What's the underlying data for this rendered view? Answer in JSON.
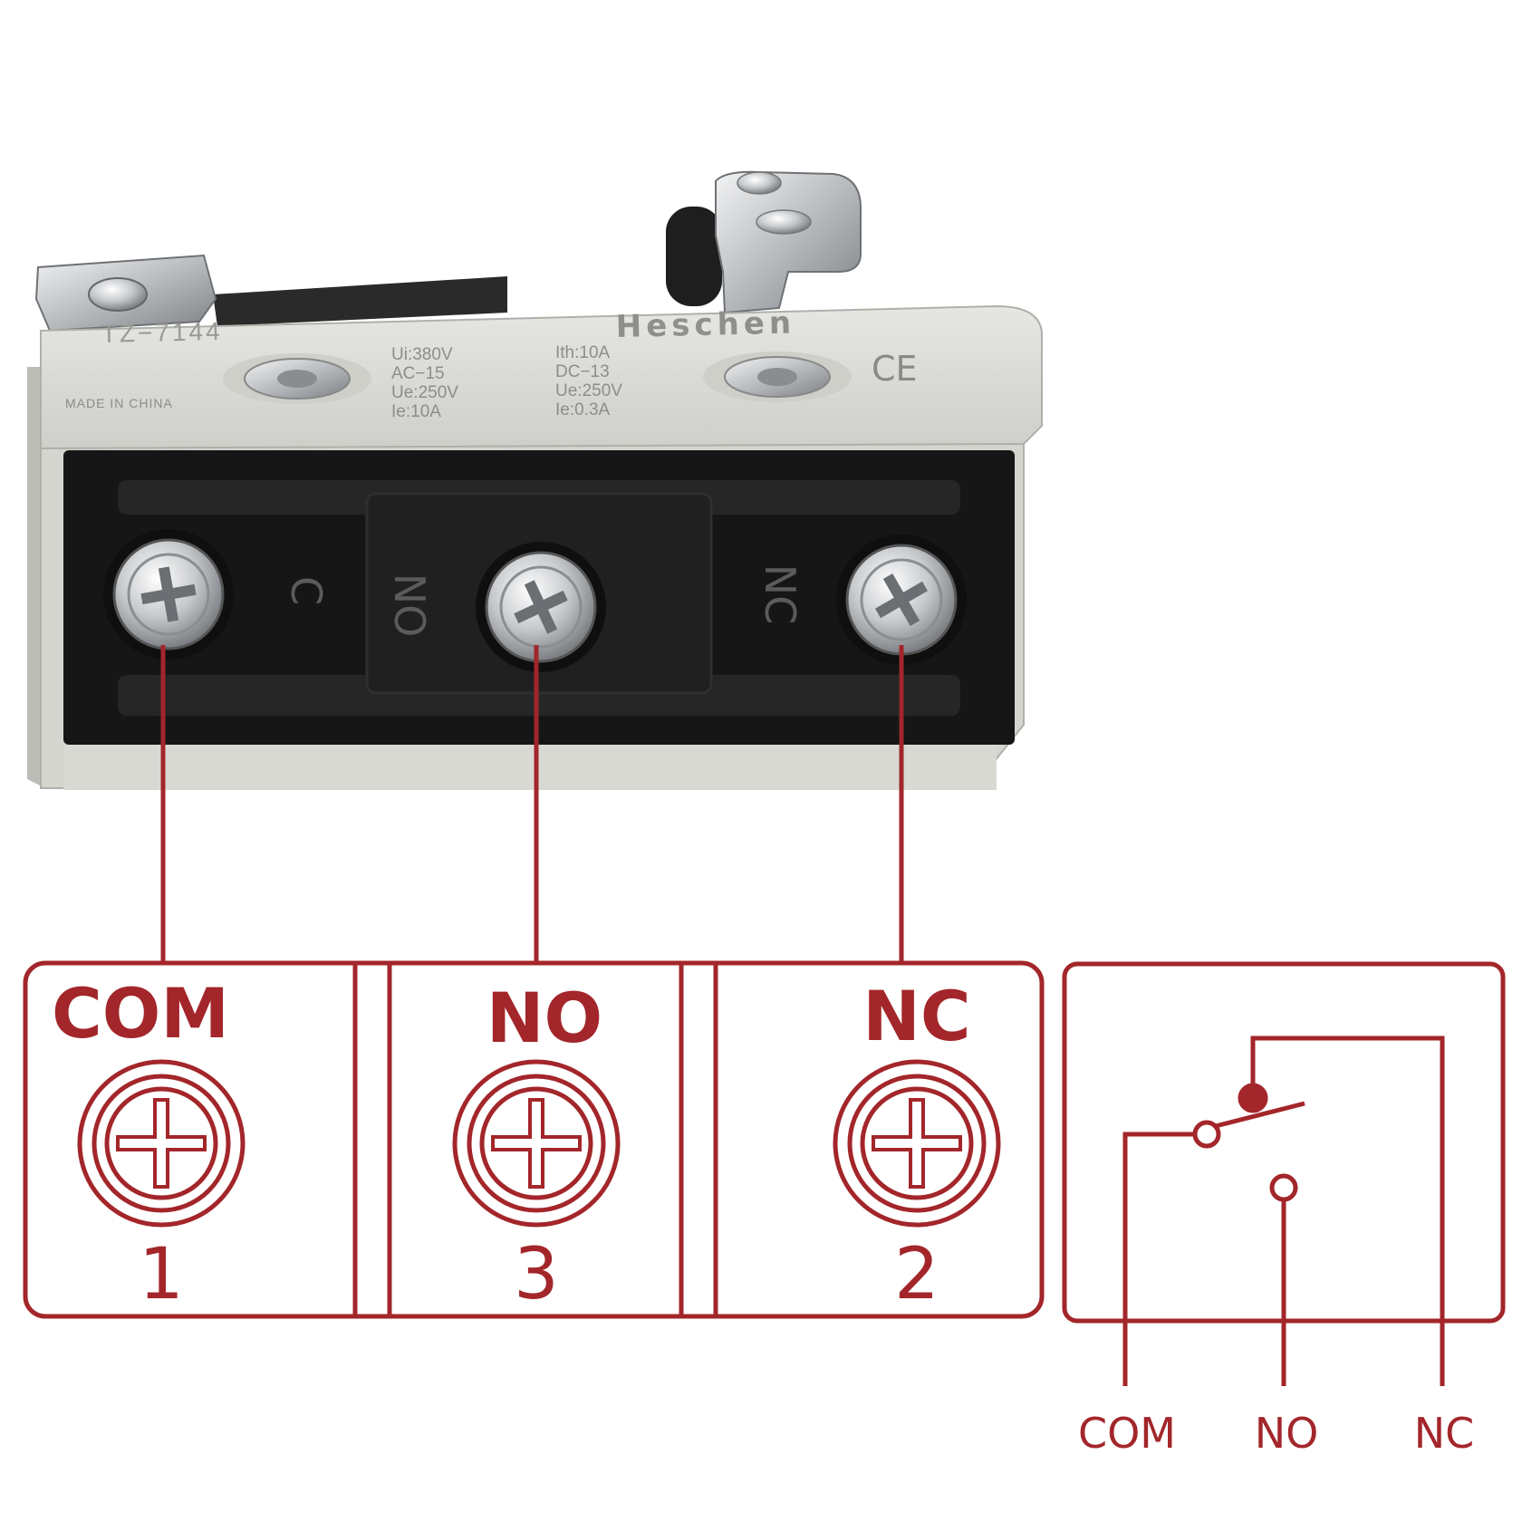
{
  "product": {
    "model": "TZ−7144",
    "brand": "Heschen",
    "ratings_left": [
      "Ui:380V",
      "AC−15",
      "Ue:250V",
      "Ie:10A"
    ],
    "ratings_right": [
      "Ith:10A",
      "DC−13",
      "Ue:250V",
      "Ie:0.3A"
    ],
    "origin": "MADE IN CHINA",
    "cert_mark": "CE",
    "terminal_marks": [
      "C",
      "NO",
      "NC"
    ]
  },
  "terminals": [
    {
      "label": "COM",
      "number": "1"
    },
    {
      "label": "NO",
      "number": "3"
    },
    {
      "label": "NC",
      "number": "2"
    }
  ],
  "schematic": {
    "pins": [
      "COM",
      "NO",
      "NC"
    ]
  },
  "colors": {
    "accent": "#a3262a",
    "housing": "#d9d9d4",
    "terminal_block": "#1c1c1c",
    "metal": "#b9bcbf"
  }
}
